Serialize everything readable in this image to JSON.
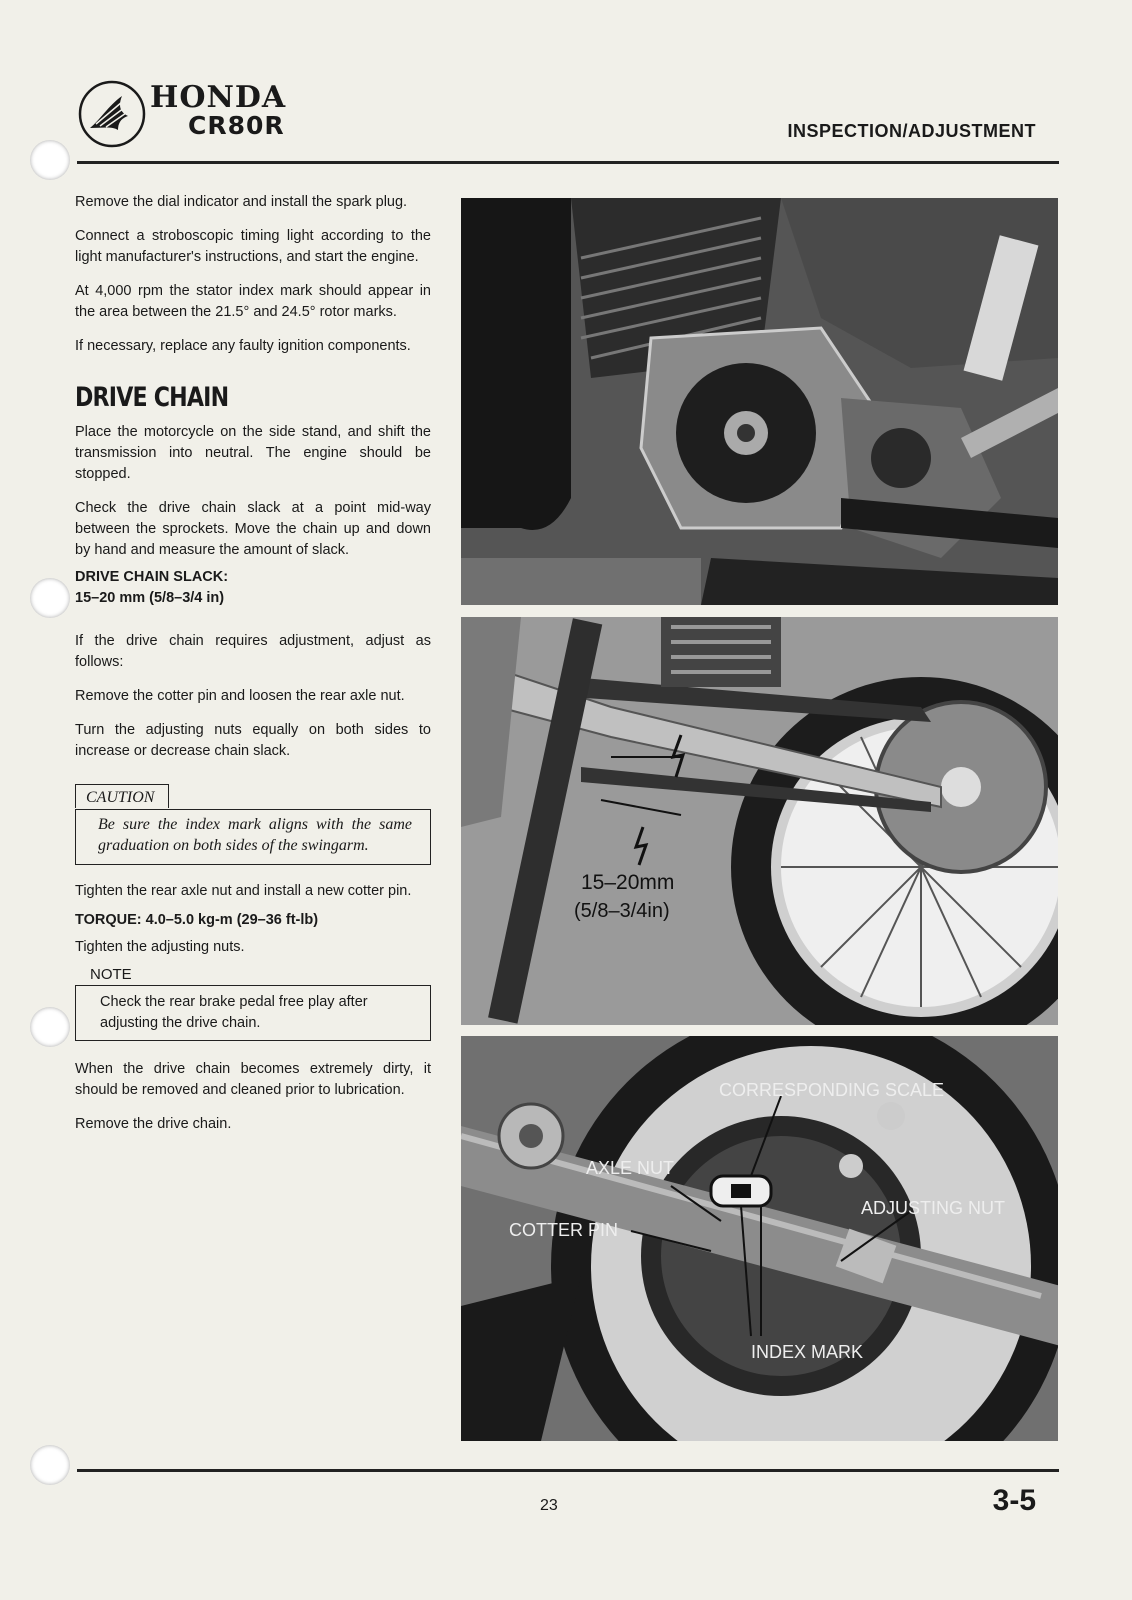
{
  "header": {
    "brand": "HONDA",
    "model": "CR80R",
    "section": "INSPECTION/ADJUSTMENT"
  },
  "left_column": {
    "intro_paragraphs": [
      "Remove the dial indicator and install the spark plug.",
      "Connect a stroboscopic timing light according to the light manufacturer's instructions, and start the engine.",
      "At 4,000 rpm the stator index mark should appear in the area between the 21.5° and 24.5° rotor marks.",
      "If necessary, replace any faulty ignition components."
    ],
    "drive_chain_heading": "DRIVE CHAIN",
    "chain_paragraphs": [
      "Place the motorcycle on the side stand, and shift the transmission into neutral. The engine should be stopped.",
      "Check the drive chain slack at a point mid-way between the sprockets. Move the chain up and down by hand and measure the amount of slack."
    ],
    "slack_spec_label": "DRIVE CHAIN SLACK:",
    "slack_spec_value": "15–20 mm (5/8–3/4 in)",
    "adjust_paragraphs": [
      "If the drive chain requires adjustment, adjust as follows:",
      "Remove the cotter pin and loosen the rear axle nut.",
      "Turn the adjusting nuts equally on both sides to increase or decrease chain slack."
    ],
    "caution_label": "CAUTION",
    "caution_text": "Be sure the index mark aligns with the same graduation on both sides of the swingarm.",
    "tighten_paragraph": "Tighten the rear axle nut and install a new cotter pin.",
    "torque_spec": "TORQUE: 4.0–5.0 kg-m (29–36 ft-lb)",
    "tighten_nuts": "Tighten the adjusting nuts.",
    "note_label": "NOTE",
    "note_text": "Check the rear brake pedal free play after adjusting the drive chain.",
    "final_paragraphs": [
      "When the drive chain becomes extremely dirty, it should be removed and cleaned prior to lubrication.",
      "Remove the drive chain."
    ]
  },
  "photos": {
    "middle_label_1": "15–20mm",
    "middle_label_2": "(5/8–3/4in)",
    "bottom_labels": {
      "corresponding_scale": "CORRESPONDING SCALE",
      "axle_nut": "AXLE NUT",
      "adjusting_nut": "ADJUSTING NUT",
      "cotter_pin": "COTTER PIN",
      "index_mark": "INDEX MARK"
    }
  },
  "footer": {
    "page_number": "23",
    "page_code": "3-5"
  }
}
